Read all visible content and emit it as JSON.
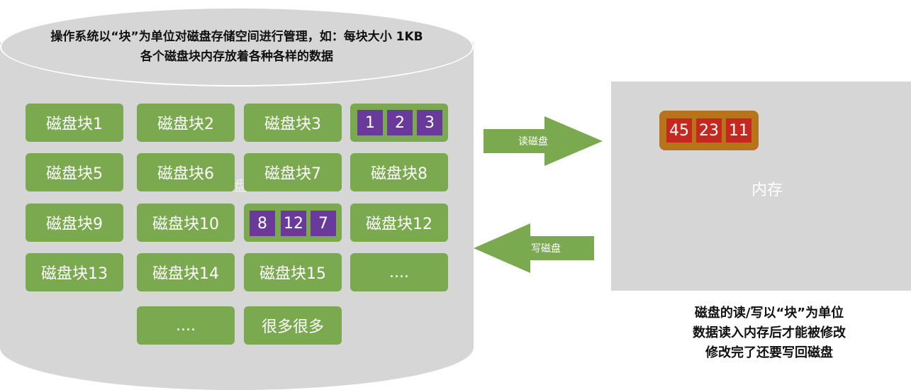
{
  "disk": {
    "caption_line1": "操作系统以“块”为单位对磁盘存储空间进行管理，如：每块大小 1KB",
    "caption_line2": "各个磁盘块内存放着各种各样的数据",
    "watermark": "磁盘",
    "blocks": [
      "磁盘块1",
      "磁盘块2",
      "磁盘块3",
      "",
      "磁盘块5",
      "磁盘块6",
      "磁盘块7",
      "磁盘块8",
      "磁盘块9",
      "磁盘块10",
      "",
      "磁盘块12",
      "磁盘块13",
      "磁盘块14",
      "磁盘块15",
      "....",
      "....",
      "很多很多"
    ],
    "block4_values": [
      "1",
      "2",
      "3"
    ],
    "block11_values": [
      "8",
      "12",
      "7"
    ]
  },
  "memory": {
    "label": "内存",
    "values": [
      "45",
      "23",
      "11"
    ]
  },
  "arrows": {
    "read_label": "读磁盘",
    "write_label": "写磁盘"
  },
  "note": {
    "line1": "磁盘的读/写以“块”为单位",
    "line2": "数据读入内存后才能被修改",
    "line3": "修改完了还要写回磁盘"
  },
  "colors": {
    "block": "#7aa94f",
    "disk": "#d6d6d6",
    "purple": "#6a3a9a",
    "red": "#c4281f",
    "orange": "#b8741a"
  }
}
